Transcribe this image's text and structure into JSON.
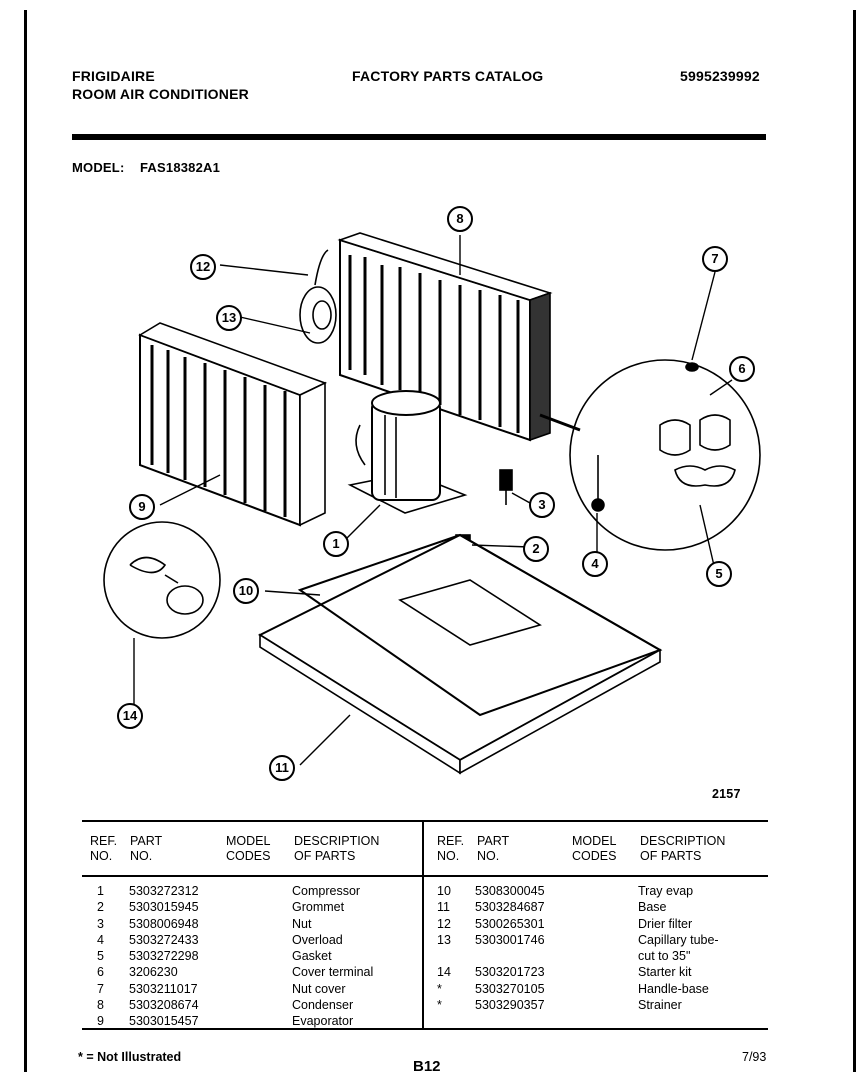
{
  "header": {
    "brand": "FRIGIDAIRE",
    "product": "ROOM AIR CONDITIONER",
    "title": "FACTORY PARTS CATALOG",
    "catalog_number": "5995239992",
    "model_label": "MODEL:",
    "model_value": "FAS18382A1"
  },
  "diagram": {
    "callouts": [
      "1",
      "2",
      "3",
      "4",
      "5",
      "6",
      "7",
      "8",
      "9",
      "10",
      "11",
      "12",
      "13",
      "14"
    ],
    "figure_number": "2157"
  },
  "table": {
    "headers": {
      "ref_line1": "REF.",
      "ref_line2": "NO.",
      "part_line1": "PART",
      "part_line2": "NO.",
      "model_line1": "MODEL",
      "model_line2": "CODES",
      "desc_line1": "DESCRIPTION",
      "desc_line2": "OF PARTS"
    },
    "left": [
      {
        "ref": "1",
        "part": "5303272312",
        "code": "",
        "desc": "Compressor"
      },
      {
        "ref": "2",
        "part": "5303015945",
        "code": "",
        "desc": "Grommet"
      },
      {
        "ref": "3",
        "part": "5308006948",
        "code": "",
        "desc": "Nut"
      },
      {
        "ref": "4",
        "part": "5303272433",
        "code": "",
        "desc": "Overload"
      },
      {
        "ref": "5",
        "part": "5303272298",
        "code": "",
        "desc": "Gasket"
      },
      {
        "ref": "6",
        "part": "3206230",
        "code": "",
        "desc": "Cover terminal"
      },
      {
        "ref": "7",
        "part": "5303211017",
        "code": "",
        "desc": "Nut cover"
      },
      {
        "ref": "8",
        "part": "5303208674",
        "code": "",
        "desc": "Condenser"
      },
      {
        "ref": "9",
        "part": "5303015457",
        "code": "",
        "desc": "Evaporator"
      }
    ],
    "right": [
      {
        "ref": "10",
        "part": "5308300045",
        "code": "",
        "desc": "Tray evap"
      },
      {
        "ref": "11",
        "part": "5303284687",
        "code": "",
        "desc": "Base"
      },
      {
        "ref": "12",
        "part": "5300265301",
        "code": "",
        "desc": "Drier filter"
      },
      {
        "ref": "13",
        "part": "5303001746",
        "code": "",
        "desc": "Capillary tube-"
      },
      {
        "ref": "",
        "part": "",
        "code": "",
        "desc": "cut to 35\""
      },
      {
        "ref": "14",
        "part": "5303201723",
        "code": "",
        "desc": "Starter kit"
      },
      {
        "ref": "*",
        "part": "5303270105",
        "code": "",
        "desc": "Handle-base"
      },
      {
        "ref": "*",
        "part": "5303290357",
        "code": "",
        "desc": "Strainer"
      }
    ]
  },
  "footer": {
    "note": "* = Not Illustrated",
    "page": "B12",
    "date": "7/93"
  }
}
